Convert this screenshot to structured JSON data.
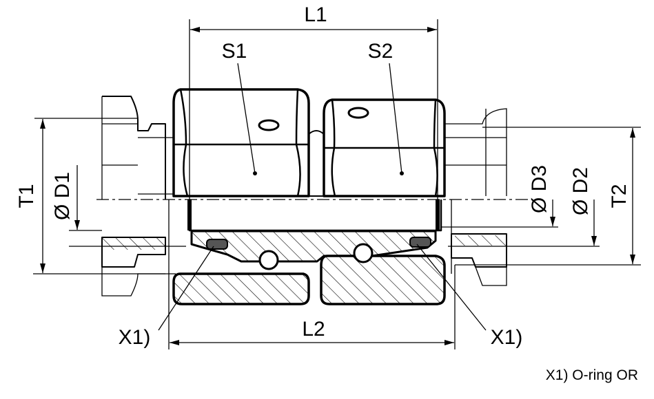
{
  "labels": {
    "L1": "L1",
    "L2": "L2",
    "S1": "S1",
    "S2": "S2",
    "T1": "T1",
    "T2": "T2",
    "D1": "Ø D1",
    "D2": "Ø D2",
    "D3": "Ø D3",
    "X1_left": "X1)",
    "X1_right": "X1)"
  },
  "legend_note": "X1) O-ring OR"
}
